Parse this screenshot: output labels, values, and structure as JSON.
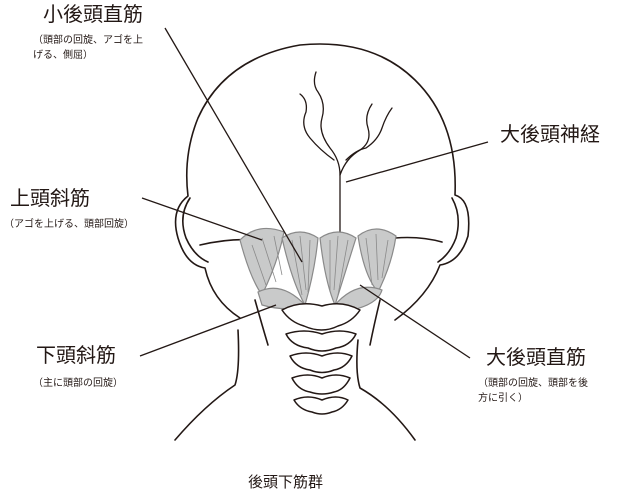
{
  "labels": {
    "minor_rectus": {
      "name": "小後頭直筋",
      "note": "（頭部の回旋、アゴを上\nげる、側屈）"
    },
    "major_nerve": {
      "name": "大後頭神経"
    },
    "superior_oblique": {
      "name": "上頭斜筋",
      "note": "（アゴを上げる、頭部回旋）"
    },
    "inferior_oblique": {
      "name": "下頭斜筋",
      "note": "（主に頭部の回旋）"
    },
    "major_rectus": {
      "name": "大後頭直筋",
      "note": "（頭部の回旋、頭部を後\n方に引く）"
    }
  },
  "caption": "後頭下筋群",
  "colors": {
    "ink": "#231815",
    "muscle": "#c9caca",
    "muscle_stroke": "#8a8a8a",
    "background": "#ffffff"
  }
}
